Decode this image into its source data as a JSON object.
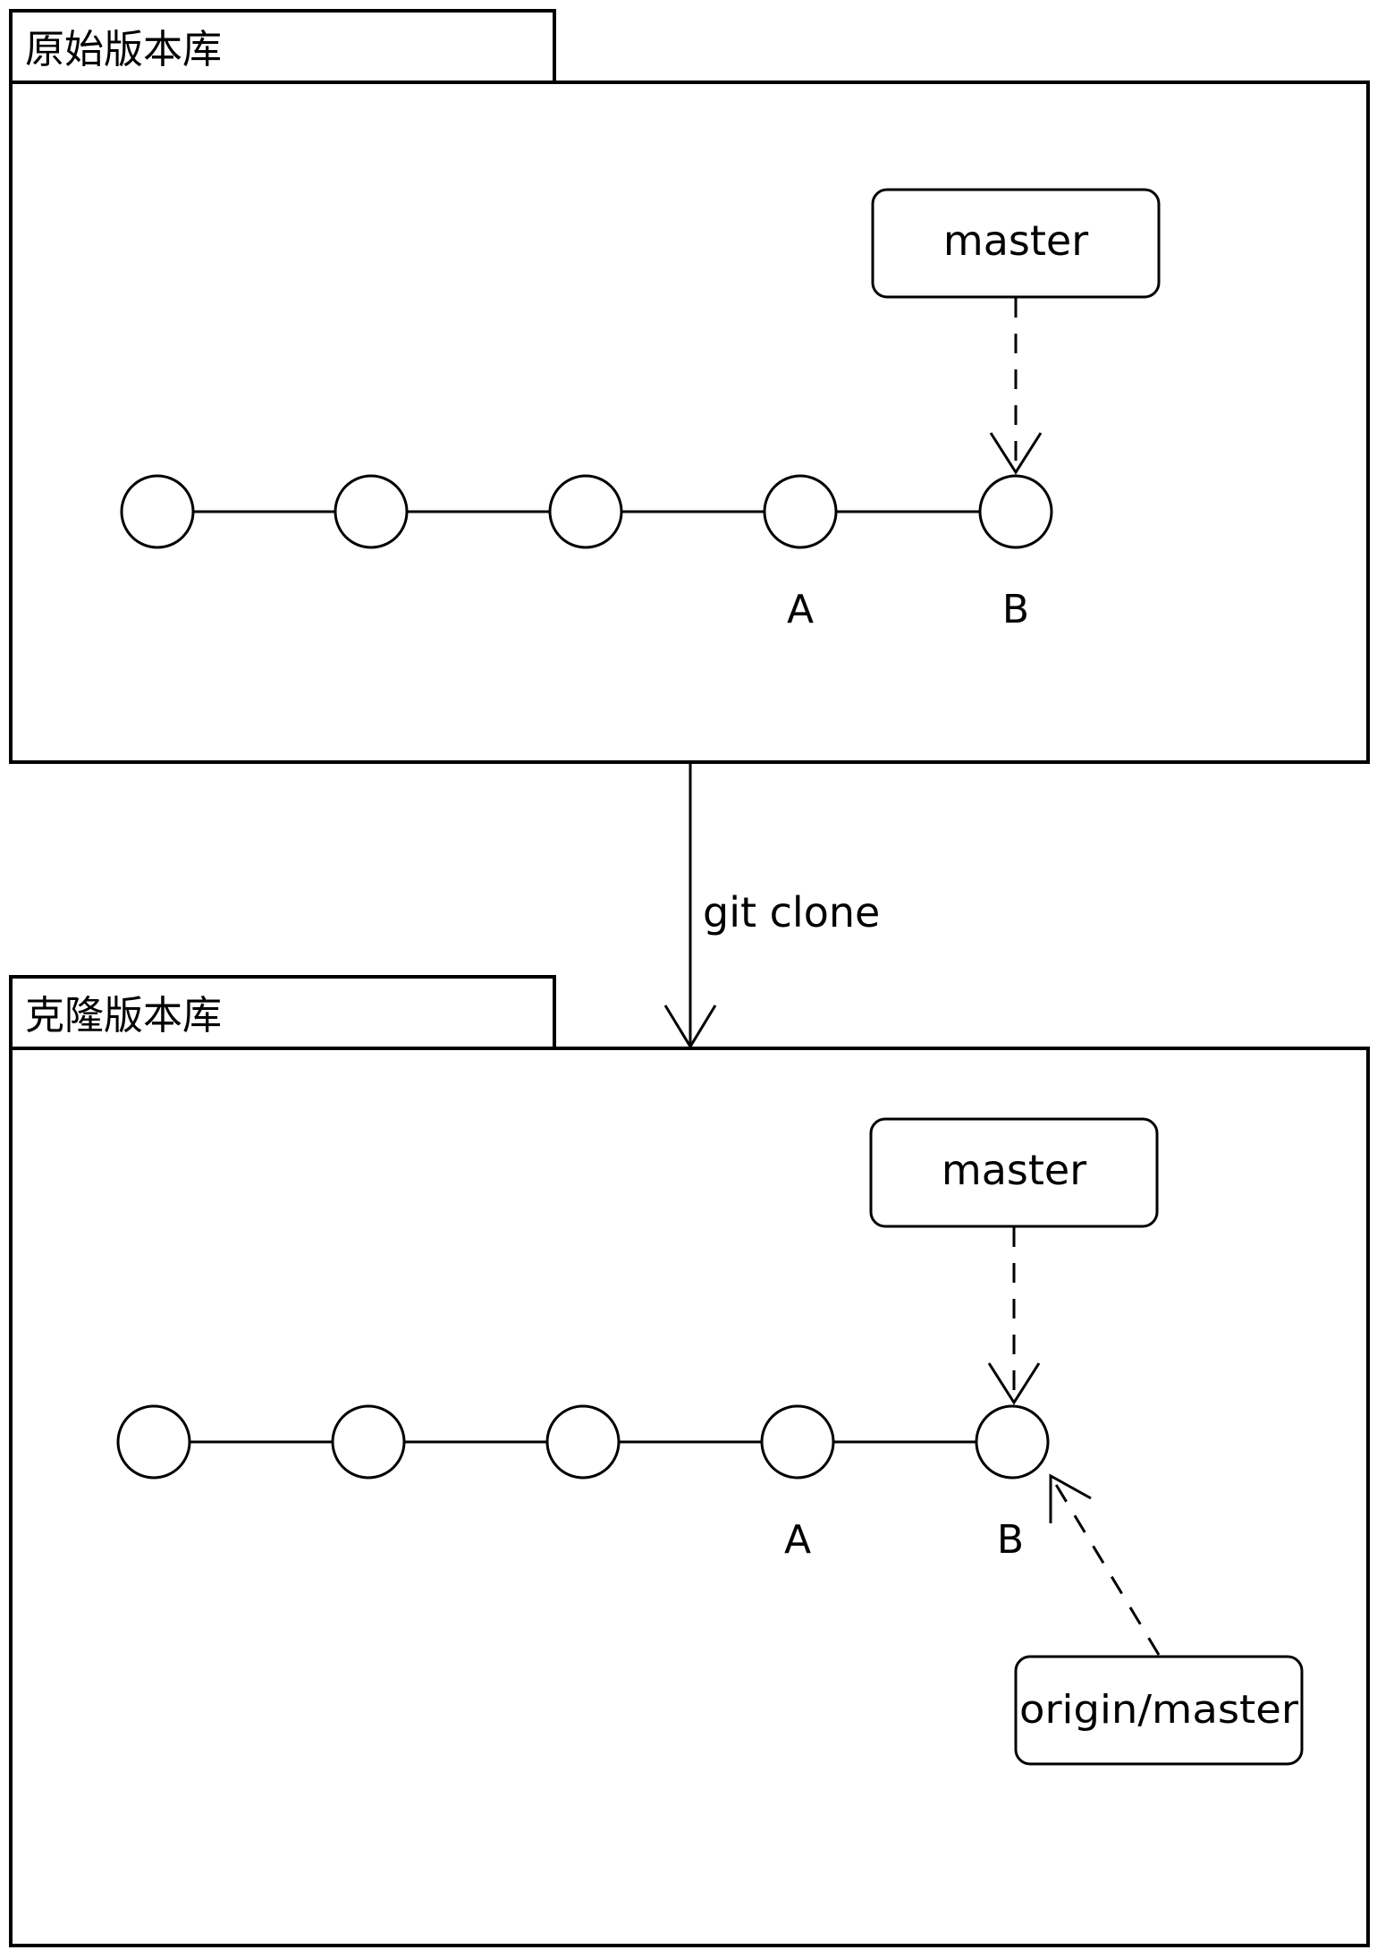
{
  "colors": {
    "stroke": "#000000",
    "background": "#ffffff"
  },
  "original_repo": {
    "title": "原始版本库",
    "branch_label": "master",
    "commits": [
      {
        "label": ""
      },
      {
        "label": ""
      },
      {
        "label": ""
      },
      {
        "label": "A"
      },
      {
        "label": "B"
      }
    ],
    "branch_points_to": "B"
  },
  "clone_arrow": {
    "label": "git clone"
  },
  "cloned_repo": {
    "title": "克隆版本库",
    "branch_label": "master",
    "remote_branch_label": "origin/master",
    "commits": [
      {
        "label": ""
      },
      {
        "label": ""
      },
      {
        "label": ""
      },
      {
        "label": "A"
      },
      {
        "label": "B"
      }
    ],
    "branch_points_to": "B",
    "remote_branch_points_to": "B"
  }
}
